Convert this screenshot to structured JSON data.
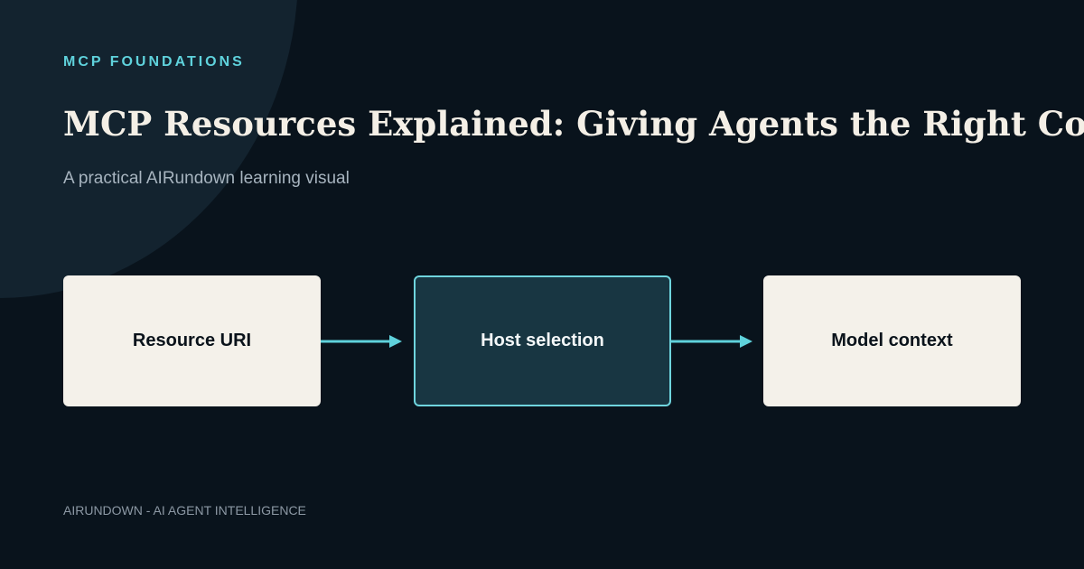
{
  "eyebrow": "MCP FOUNDATIONS",
  "title": "MCP Resources Explained: Giving Agents the Right Context",
  "subtitle": "A practical AIRundown learning visual",
  "flow": {
    "nodes": [
      {
        "label": "Resource URI"
      },
      {
        "label": "Host selection"
      },
      {
        "label": "Model context"
      }
    ]
  },
  "footer": "AIRUNDOWN - AI AGENT INTELLIGENCE",
  "colors": {
    "background": "#09131c",
    "accent": "#5fd2dc",
    "light_node": "#f4f1ea",
    "dark_node": "#183642"
  }
}
